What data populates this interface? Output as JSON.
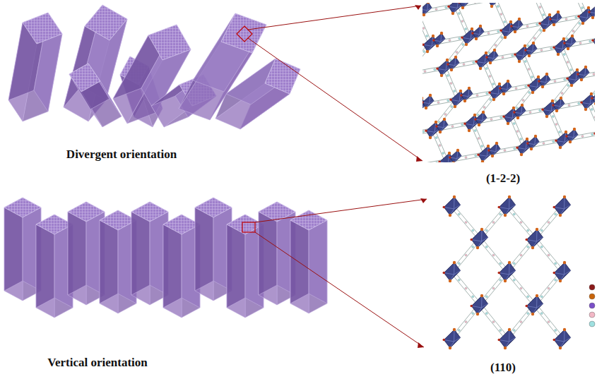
{
  "diagram": {
    "labels": [
      "Divergent orientation",
      "(1-2-2)",
      "Vertical orientation",
      "(110)"
    ]
  }
}
